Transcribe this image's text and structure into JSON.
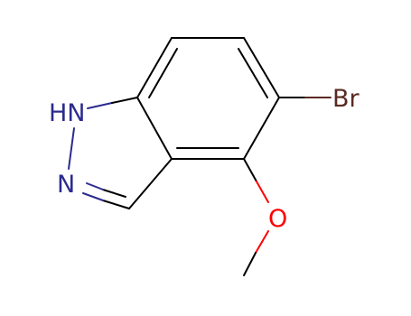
{
  "molecule": {
    "atoms": {
      "nh": "HN",
      "n": "N",
      "br": "Br",
      "o": "O"
    },
    "colors": {
      "bond": "#000000",
      "nitrogen": "#2b2b8f",
      "bromine": "#5a2a22",
      "oxygen": "#ff0000"
    }
  }
}
